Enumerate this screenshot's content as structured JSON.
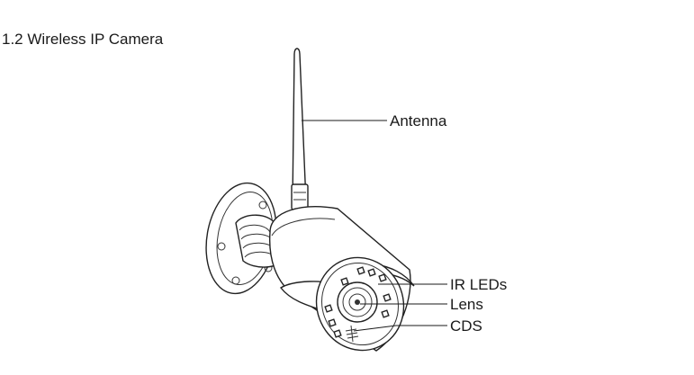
{
  "section": {
    "number": "1.2",
    "title": "Wireless IP Camera"
  },
  "diagram": {
    "labels": {
      "antenna": "Antenna",
      "ir_leds": "IR LEDs",
      "lens": "Lens",
      "cds": "CDS"
    }
  }
}
